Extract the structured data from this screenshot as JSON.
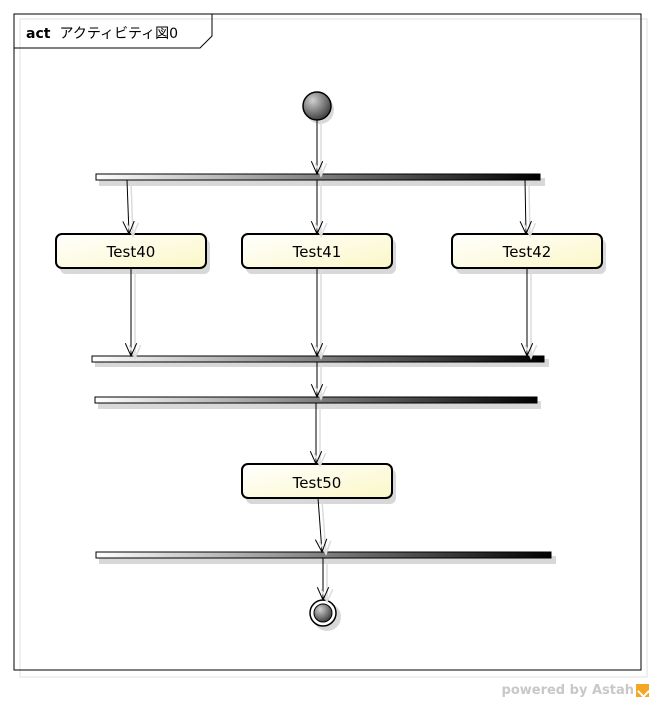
{
  "frame": {
    "keyword": "act",
    "name": "アクティビティ図0"
  },
  "actions": {
    "test40": "Test40",
    "test41": "Test41",
    "test42": "Test42",
    "test50": "Test50"
  },
  "footer": {
    "powered_by": "powered by Astah"
  },
  "colors": {
    "action_fill": "#fffde0",
    "border": "#000000",
    "shadow": "#d8d8d8"
  }
}
